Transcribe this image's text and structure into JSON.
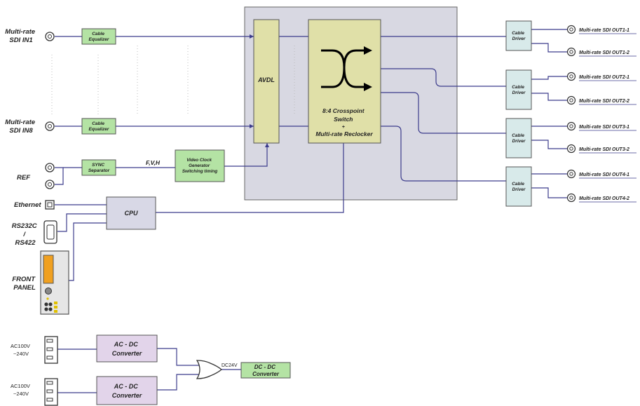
{
  "inputs": {
    "sdi_in1": [
      "Multi-rate",
      "SDI IN1"
    ],
    "sdi_in8": [
      "Multi-rate",
      "SDI IN8"
    ],
    "ref": "REF",
    "ethernet": "Ethernet",
    "rs232": [
      "RS232C",
      "/",
      "RS422"
    ],
    "front_panel": [
      "FRONT",
      "PANEL"
    ],
    "ac1": [
      "AC100V",
      "~240V"
    ],
    "ac2": [
      "AC100V",
      "~240V"
    ]
  },
  "blocks": {
    "cable_equalizer": [
      "Cable",
      "Equalizer"
    ],
    "sync_separator": [
      "SYNC",
      "Separator"
    ],
    "fvh": "F,V,H",
    "video_clock": [
      "Video Clock",
      "Generator",
      "Switching timing"
    ],
    "avdl": "AVDL",
    "crosspoint": [
      "8:4 Crosspoint",
      "Switch",
      "+",
      "Multi-rate Reclocker"
    ],
    "cpu": "CPU",
    "cable_driver": [
      "Cable",
      "Driver"
    ],
    "acdc": [
      "AC - DC",
      "Converter"
    ],
    "dc24v": "DC24V",
    "dcdc": [
      "DC - DC",
      "Converter"
    ]
  },
  "outputs": [
    "Multi-rate SDI OUT1-1",
    "Multi-rate SDI OUT1-2",
    "Multi-rate SDI OUT2-1",
    "Multi-rate SDI OUT2-2",
    "Multi-rate SDI OUT3-1",
    "Multi-rate SDI OUT3-2",
    "Multi-rate SDI OUT4-1",
    "Multi-rate SDI OUT4-2"
  ],
  "colors": {
    "green_block": "#b4e3a4",
    "olive_block": "#e0e0a8",
    "grey_panel": "#d8d8e2",
    "cyan_block": "#d8eaea",
    "purple_block": "#e2d4ea",
    "wire": "#3c3c8c",
    "orange_display": "#f0a020"
  }
}
